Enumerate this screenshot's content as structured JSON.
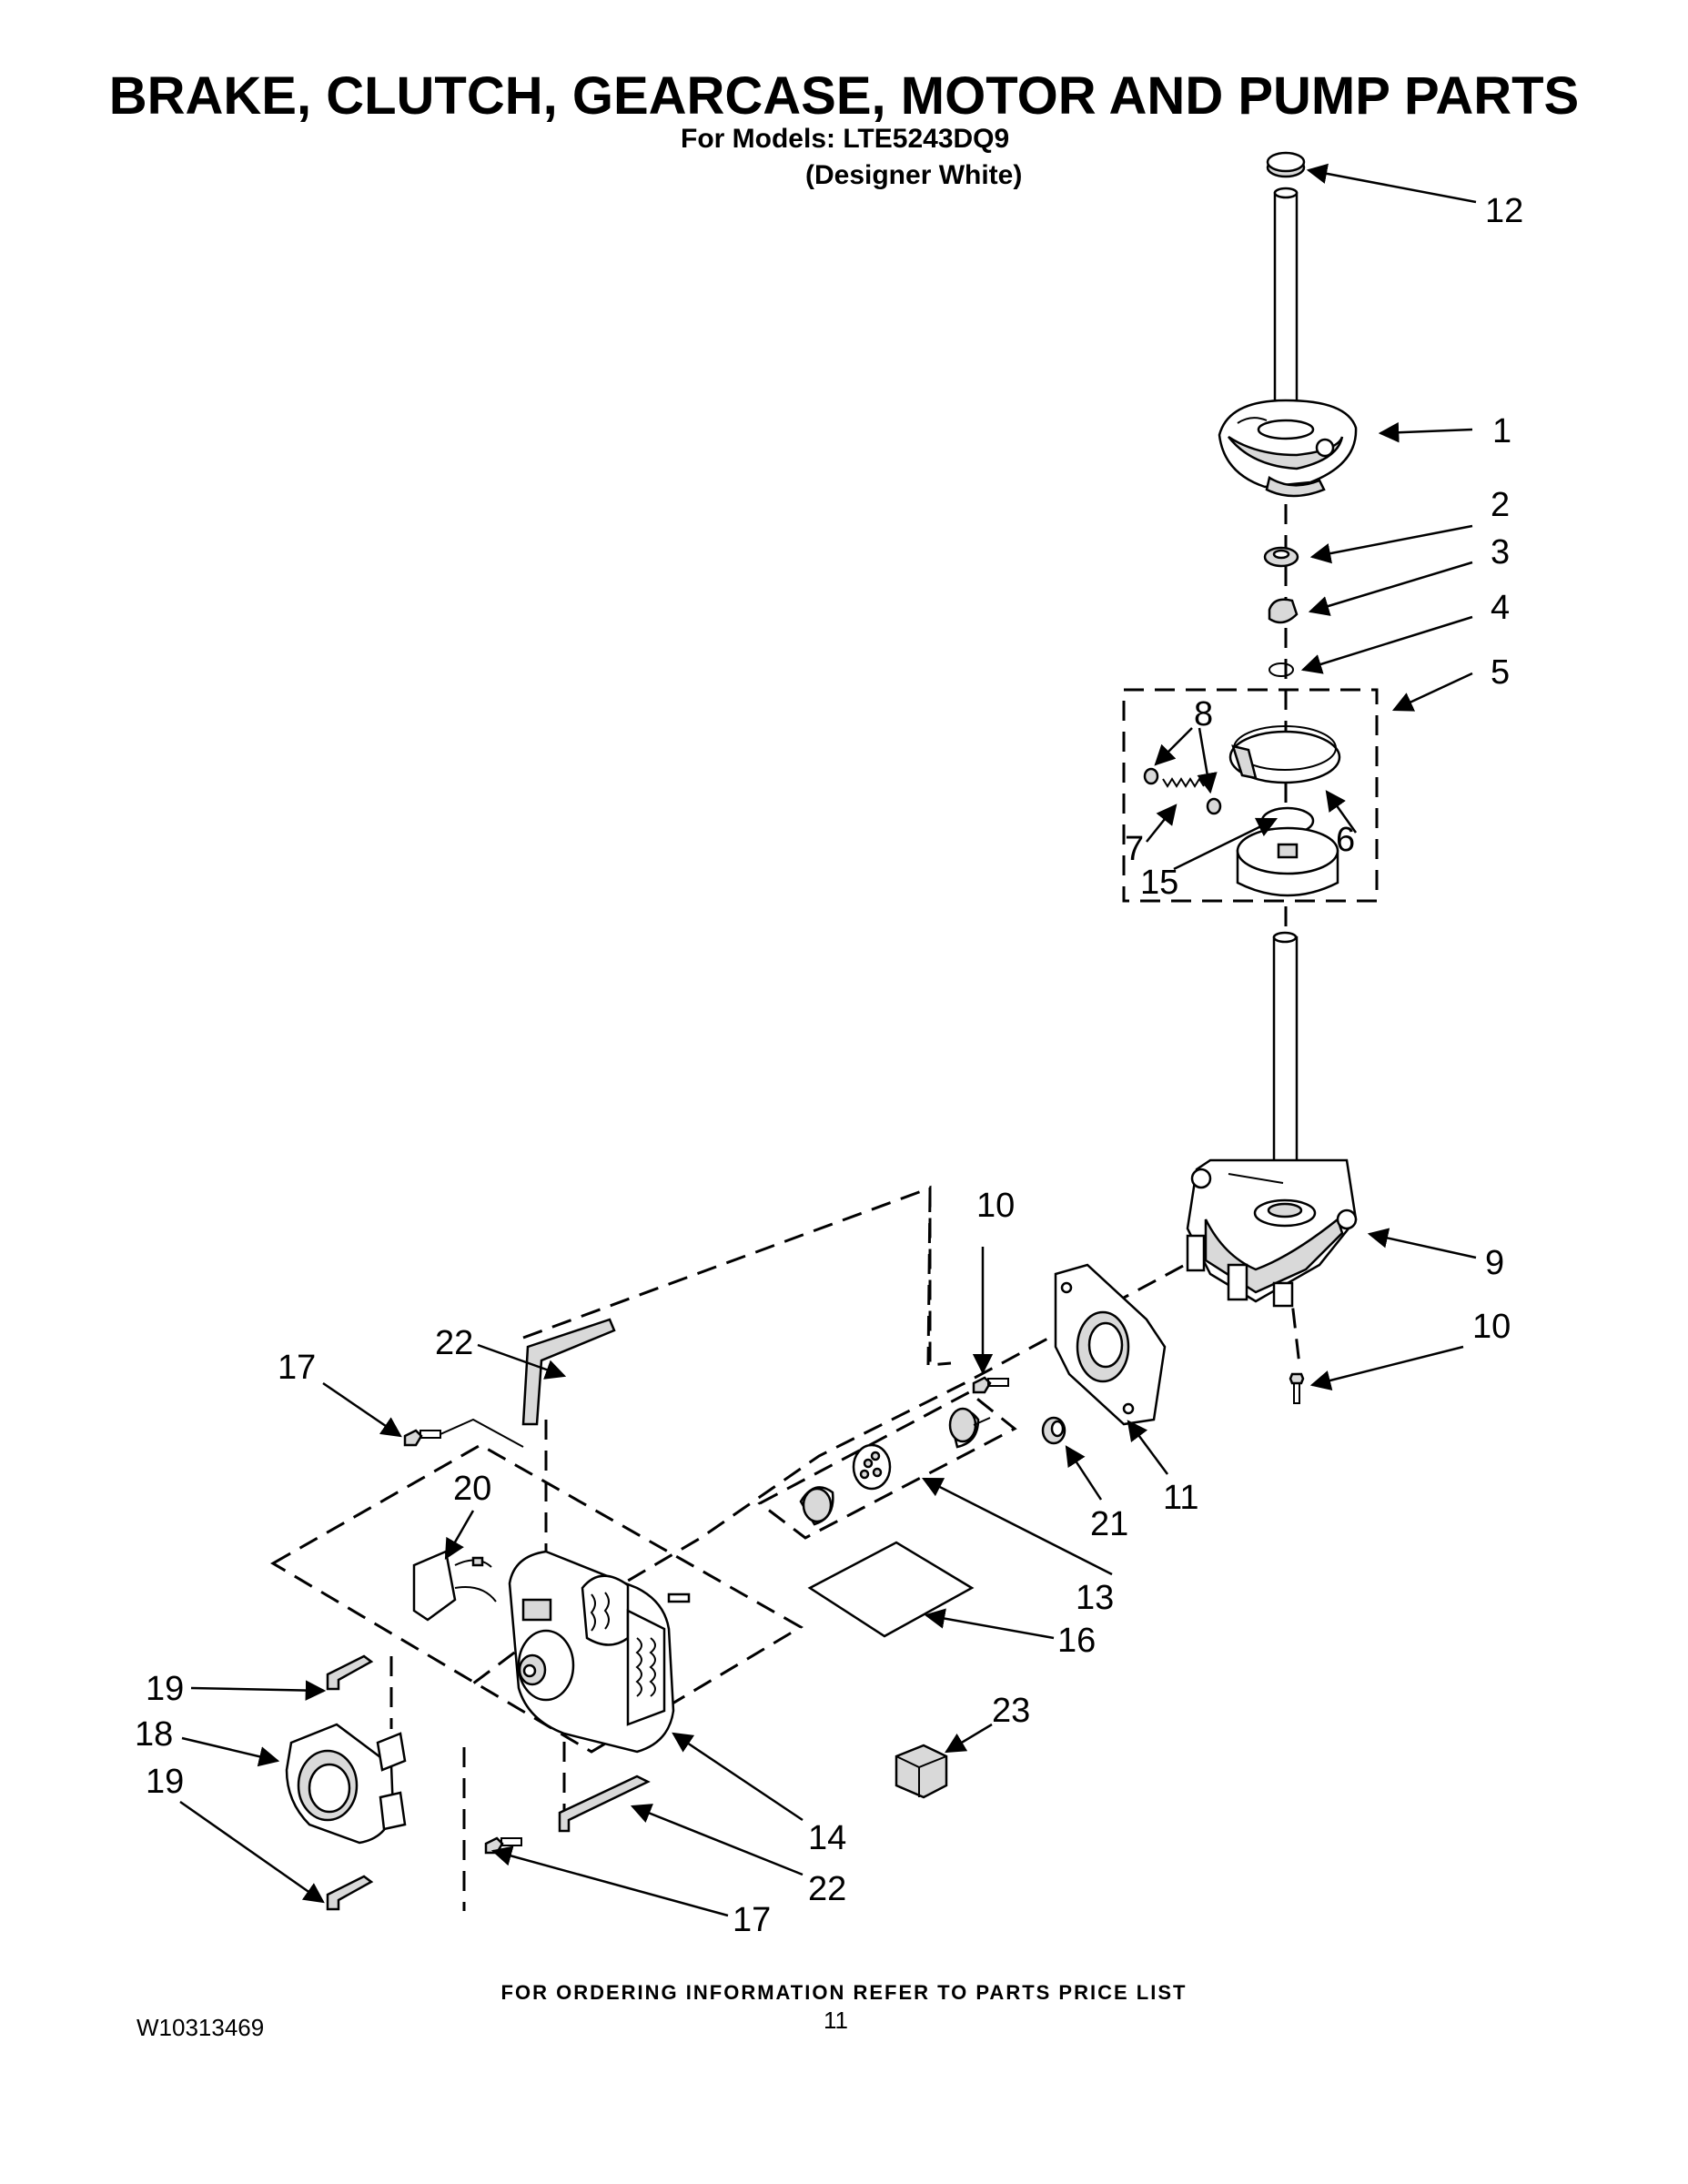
{
  "header": {
    "title": "BRAKE, CLUTCH, GEARCASE, MOTOR AND PUMP PARTS",
    "models": "For Models: LTE5243DQ9",
    "color": "(Designer White)"
  },
  "footer": {
    "note": "FOR ORDERING INFORMATION REFER TO PARTS PRICE LIST",
    "doc_number": "W10313469",
    "page_number": "11"
  },
  "callouts": {
    "c12": "12",
    "c1": "1",
    "c2": "2",
    "c3": "3",
    "c4": "4",
    "c5": "5",
    "c8": "8",
    "c7": "7",
    "c6": "6",
    "c15": "15",
    "c10a": "10",
    "c9": "9",
    "c10b": "10",
    "c22a": "22",
    "c17a": "17",
    "c20": "20",
    "c11": "11",
    "c21": "21",
    "c13": "13",
    "c16": "16",
    "c19a": "19",
    "c18": "18",
    "c19b": "19",
    "c23": "23",
    "c14": "14",
    "c22b": "22",
    "c17b": "17"
  }
}
